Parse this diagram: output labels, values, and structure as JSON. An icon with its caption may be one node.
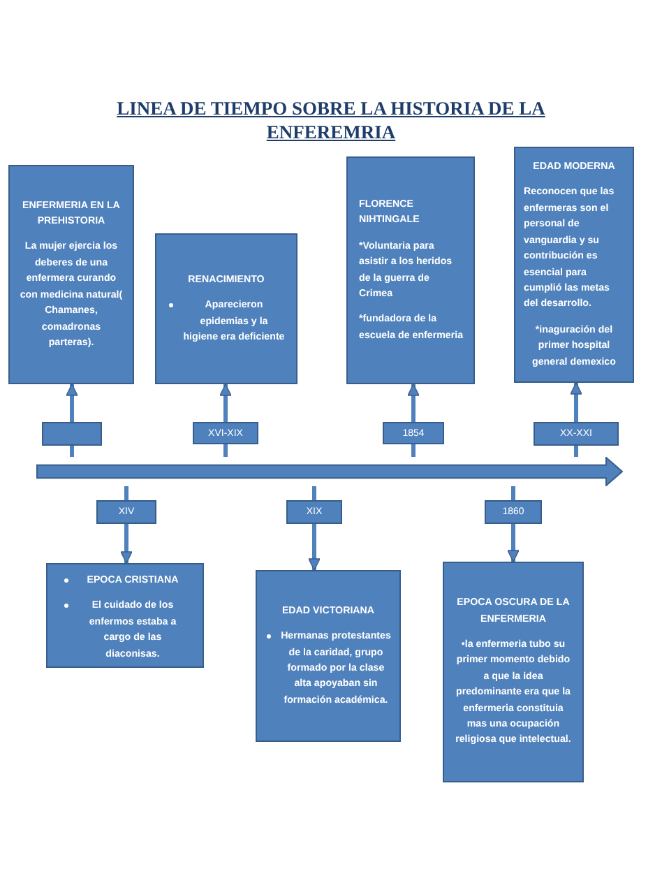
{
  "diagram": {
    "title": "LINEA DE TIEMPO SOBRE LA HISTORIA DE LA ENFEREMRIA",
    "nodes": [
      {
        "text": [
          "ENFERMERIA EN LA PREHISTORIA",
          "La mujer ejercia los deberes de una enfermera curando con medicina natural( Chamanes, comadronas parteras)."
        ]
      },
      {
        "text": [
          "RENACIMIENTO",
          "Aparecieron epidemias y la higiene era deficiente"
        ]
      },
      {
        "text": [
          "FLORENCE NIHTINGALE",
          "*Voluntaria para asistir a los heridos de la guerra de Crimea",
          "*fundadora de la escuela de enfermeria"
        ]
      },
      {
        "text": [
          "EDAD MODERNA",
          "Reconocen que las enfermeras son el personal de vanguardia y su contribución es esencial para cumplió las metas del desarrollo.",
          "*inaguración del primer hospital general demexico"
        ]
      },
      {
        "text": [],
        "shape": "box"
      },
      {
        "text": [
          "XVI-XIX"
        ]
      },
      {
        "text": [
          "1854"
        ]
      },
      {
        "text": [
          "XX-XXI"
        ]
      },
      {
        "text": [],
        "shape": "arrow"
      },
      {
        "text": [
          "XIV"
        ]
      },
      {
        "text": [
          "XIX"
        ]
      },
      {
        "text": [
          "1860"
        ]
      },
      {
        "text": [
          "EPOCA CRISTIANA",
          "El cuidado de los enfermos estaba a cargo de las diaconisas."
        ]
      },
      {
        "text": [
          "EDAD VICTORIANA",
          "Hermanas protestantes de la caridad, grupo formado por la clase alta apoyaban sin formación académica."
        ]
      },
      {
        "text": [
          "EPOCA OSCURA DE LA ENFERMERIA",
          "•la enfermeria tubo su primer momento debido a que la idea predominante era que la enfermeria constituia mas una ocupación religiosa que intelectual."
        ]
      }
    ],
    "edges": [
      {
        "from": 8,
        "to": 4,
        "arrow": "none"
      },
      {
        "from": 4,
        "to": 0,
        "arrow": "to"
      },
      {
        "from": 8,
        "to": 9,
        "arrow": "none"
      },
      {
        "from": 9,
        "to": 12,
        "arrow": "to"
      },
      {
        "from": 8,
        "to": 5,
        "arrow": "none"
      },
      {
        "from": 5,
        "to": 1,
        "arrow": "to"
      },
      {
        "from": 8,
        "to": 10,
        "arrow": "none"
      },
      {
        "from": 10,
        "to": 13,
        "arrow": "to"
      },
      {
        "from": 8,
        "to": 6,
        "arrow": "none"
      },
      {
        "from": 6,
        "to": 2,
        "arrow": "to"
      },
      {
        "from": 8,
        "to": 11,
        "arrow": "none"
      },
      {
        "from": 11,
        "to": 14,
        "arrow": "to"
      },
      {
        "from": 8,
        "to": 7,
        "arrow": "none"
      },
      {
        "from": 7,
        "to": 3,
        "arrow": "to"
      }
    ]
  }
}
